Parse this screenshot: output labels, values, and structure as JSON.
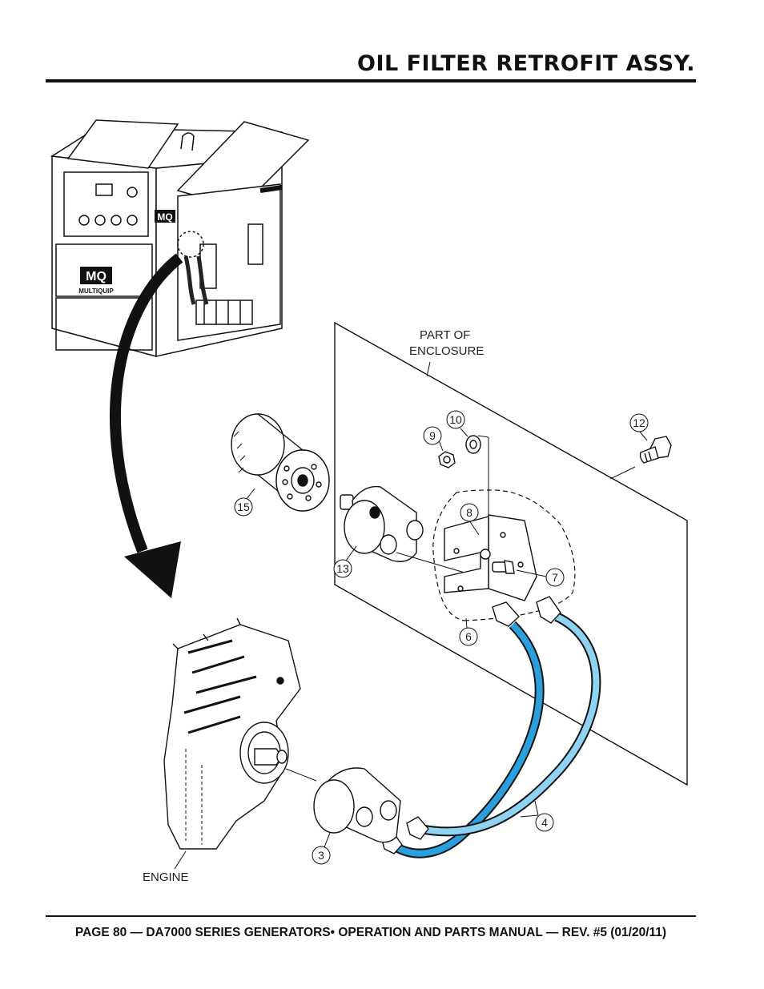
{
  "page_title": "OIL FILTER RETROFIT ASSY.",
  "footer": "PAGE 80 — DA7000 SERIES GENERATORS• OPERATION AND PARTS MANUAL — REV. #5 (01/20/11)",
  "labels": {
    "enclosure_line1": "PART OF",
    "enclosure_line2": "ENCLOSURE",
    "engine": "ENGINE",
    "brand": "MULTIQUIP",
    "logo": "MQ"
  },
  "callouts": [
    "15",
    "13",
    "9",
    "10",
    "8",
    "7",
    "6",
    "12",
    "4",
    "3"
  ],
  "colors": {
    "hose_dark": "#2a9fdc",
    "hose_light": "#8fd3f2",
    "ink": "#111111"
  }
}
